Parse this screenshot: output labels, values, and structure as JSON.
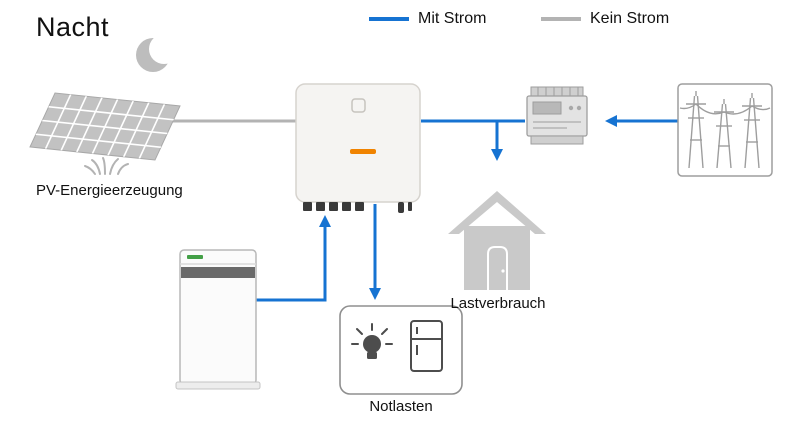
{
  "title": "Nacht",
  "legend": {
    "items": [
      {
        "label": "Mit Strom",
        "color": "#1673d2",
        "state": "power"
      },
      {
        "label": "Kein Strom",
        "color": "#b3b3b3",
        "state": "no-power"
      }
    ]
  },
  "labels": {
    "pv": "PV-Energieerzeugung",
    "load": "Lastverbrauch",
    "backup_loads": "Notlasten"
  },
  "colors": {
    "power_on": "#1673d2",
    "power_off": "#b3b3b3",
    "icon_gray": "#bdbdbd",
    "outline_gray": "#9e9e9e",
    "dark_gray": "#4d4d4d",
    "inverter_body": "#f5f4f2",
    "accent_orange": "#f08300"
  },
  "icons": {
    "moon": "moon-icon",
    "solar_panel": "solar-panel-icon",
    "inverter": "inverter-icon",
    "energy_meter": "energy-meter-icon",
    "power_grid": "power-grid-icon",
    "house": "house-icon",
    "battery": "battery-icon",
    "lightbulb": "lightbulb-icon",
    "fridge": "fridge-icon"
  },
  "edges": [
    {
      "from": "pv",
      "to": "inverter",
      "state": "no-power"
    },
    {
      "from": "grid",
      "to": "meter",
      "state": "power"
    },
    {
      "from": "meter",
      "to": "inverter",
      "state": "power"
    },
    {
      "from": "meter",
      "to": "house",
      "state": "power"
    },
    {
      "from": "battery",
      "to": "inverter",
      "state": "power"
    },
    {
      "from": "inverter",
      "to": "backup-loads",
      "state": "power"
    }
  ]
}
